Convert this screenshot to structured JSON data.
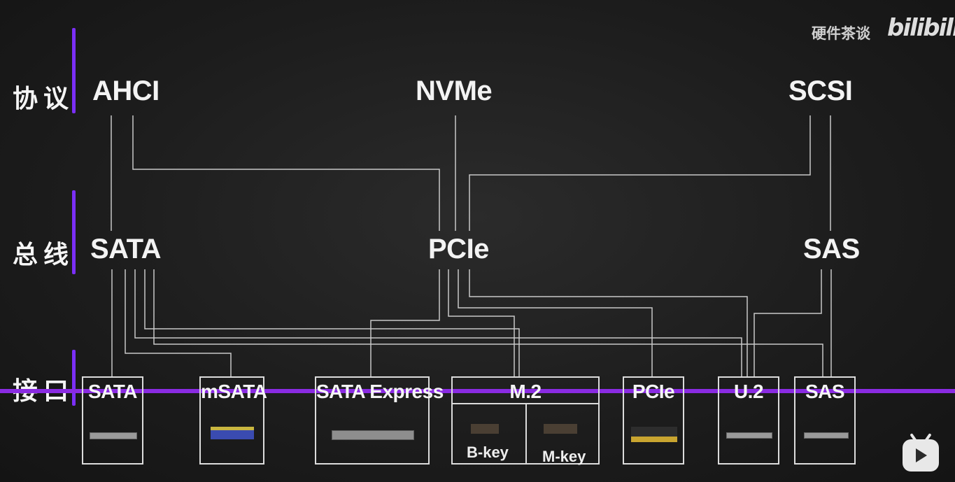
{
  "rows": {
    "protocol": "协议",
    "bus": "总线",
    "interface": "接口"
  },
  "protocols": [
    "AHCI",
    "NVMe",
    "SCSI"
  ],
  "buses": [
    "SATA",
    "PCIe",
    "SAS"
  ],
  "interfaces": [
    {
      "name": "SATA"
    },
    {
      "name": "mSATA"
    },
    {
      "name": "SATA Express"
    },
    {
      "name": "M.2",
      "keys": [
        "B-key",
        "M-key"
      ]
    },
    {
      "name": "PCIe"
    },
    {
      "name": "U.2"
    },
    {
      "name": "SAS"
    }
  ],
  "watermark": {
    "channel": "硬件茶谈",
    "logo": "bilibili"
  },
  "colors": {
    "accent": "#8a2be2",
    "line": "#cfcfcf",
    "background": "#1e1e1e"
  },
  "icons": [
    "bilibili-tv-icon"
  ]
}
